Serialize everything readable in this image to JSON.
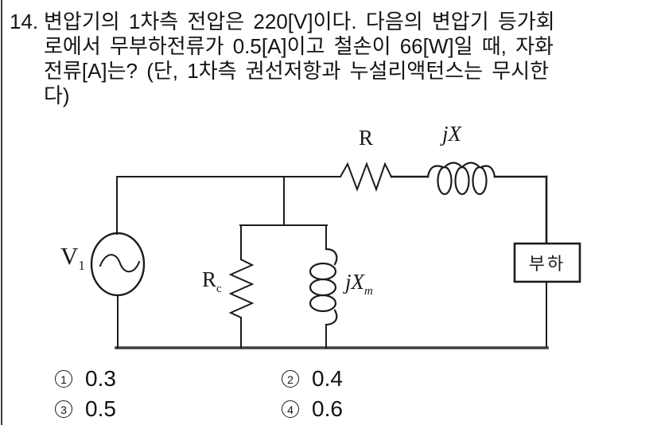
{
  "page": {
    "background": "#ffffff",
    "left_border_color": "#3a3a3a"
  },
  "question": {
    "number": "14.",
    "lines": [
      "변압기의 1차측 전압은 220[V]이다. 다음의 변압기 등가회",
      "로에서 무부하전류가 0.5[A]이고 철손이 66[W]일 때, 자화",
      "전류[A]는? (단, 1차측 권선저항과 누설리액턴스는 무시한",
      "다)"
    ]
  },
  "circuit": {
    "ink_color": "#1c1c1c",
    "source_label": "V",
    "source_label_sub": "1",
    "series_resistor_label": "R",
    "series_reactance_label": "jX",
    "core_loss_resistor_label": "R",
    "core_loss_resistor_sub": "c",
    "magnetizing_reactance_label": "jX",
    "magnetizing_reactance_sub": "m",
    "load_label": "부하"
  },
  "options": [
    {
      "num": "1",
      "value": "0.3"
    },
    {
      "num": "2",
      "value": "0.4"
    },
    {
      "num": "3",
      "value": "0.5"
    },
    {
      "num": "4",
      "value": "0.6"
    }
  ]
}
